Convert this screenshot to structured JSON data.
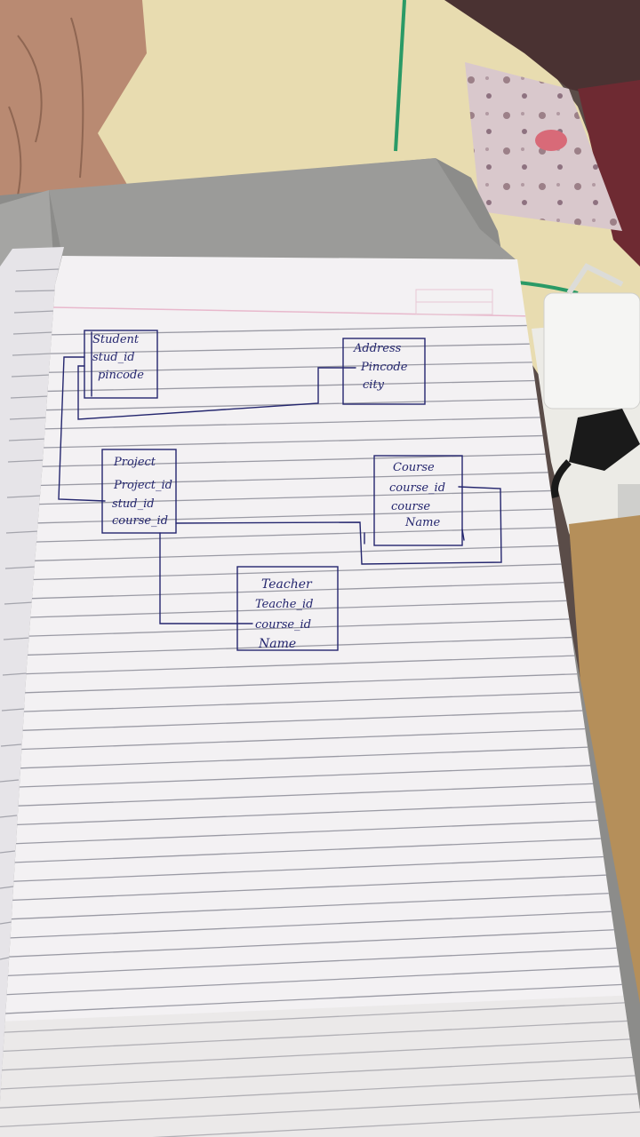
{
  "diagram": {
    "entities": [
      {
        "id": "student",
        "title": "Student",
        "fields": [
          "stud_id",
          "pincode"
        ]
      },
      {
        "id": "address",
        "title": "Address",
        "fields": [
          "Pincode",
          "city"
        ]
      },
      {
        "id": "project",
        "title": "Project",
        "fields": [
          "Project_id",
          "stud_id",
          "course_id"
        ]
      },
      {
        "id": "course",
        "title": "Course",
        "fields": [
          "course_id",
          "course",
          "Name"
        ]
      },
      {
        "id": "teacher",
        "title": "Teacher",
        "fields": [
          "Teache_id",
          "course_id",
          "Name"
        ]
      }
    ]
  },
  "colors": {
    "ink": "#24266e",
    "paper": "#f3f1f3",
    "rule_line": "#9a9aa4",
    "margin_line": "#e8b8cc"
  }
}
